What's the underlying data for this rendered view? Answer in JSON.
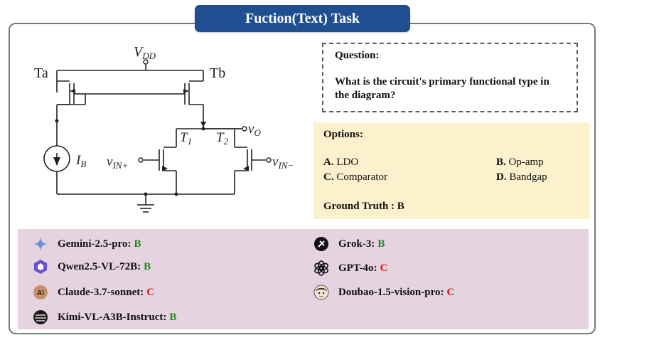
{
  "title": "Fuction(Text) Task",
  "circuit": {
    "vdd_label": "V",
    "vdd_sub": "DD",
    "ta_label": "Ta",
    "tb_label": "Tb",
    "t1_label": "T",
    "t1_sub": "1",
    "t2_label": "T",
    "t2_sub": "2",
    "vo_label": "v",
    "vo_sub": "O",
    "ib_label": "I",
    "ib_sub": "B",
    "vin_plus_label": "v",
    "vin_plus_sub": "IN+",
    "vin_minus_label": "v",
    "vin_minus_sub": "IN−"
  },
  "question": {
    "label": "Question:",
    "text": "What is the circuit's primary functional type in the diagram?"
  },
  "options": {
    "label": "Options:",
    "items": [
      {
        "key": "A.",
        "text": "LDO"
      },
      {
        "key": "B.",
        "text": "Op-amp"
      },
      {
        "key": "C.",
        "text": "Comparator"
      },
      {
        "key": "D.",
        "text": "Bandgap"
      }
    ],
    "ground_truth_label": "Ground Truth :",
    "ground_truth_value": "B"
  },
  "models": [
    {
      "name": "Gemini-2.5-pro:",
      "answer": "B",
      "correct": true,
      "icon": "gemini-icon"
    },
    {
      "name": "Qwen2.5-VL-72B:",
      "answer": "B",
      "correct": true,
      "icon": "qwen-icon"
    },
    {
      "name": "Claude-3.7-sonnet:",
      "answer": "C",
      "correct": false,
      "icon": "claude-icon"
    },
    {
      "name": "Kimi-VL-A3B-Instruct:",
      "answer": "B",
      "correct": true,
      "icon": "kimi-icon"
    },
    {
      "name": "Grok-3:",
      "answer": "B",
      "correct": true,
      "icon": "grok-icon"
    },
    {
      "name": "GPT-4o:",
      "answer": "C",
      "correct": false,
      "icon": "gpt-icon"
    },
    {
      "name": "Doubao-1.5-vision-pro:",
      "answer": "C",
      "correct": false,
      "icon": "doubao-icon"
    }
  ],
  "colors": {
    "banner": "#1f4e91",
    "options_bg": "#fdf0cc",
    "models_bg": "#e5d3df",
    "correct": "#1a8a1a",
    "wrong": "#e01010"
  }
}
